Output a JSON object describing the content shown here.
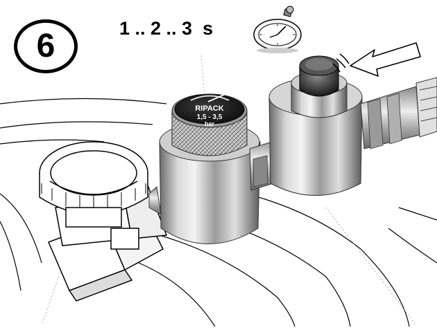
{
  "step": {
    "number": "6"
  },
  "timing": {
    "text": "1 .. 2 .. 3  s"
  },
  "gauge": {
    "brand": "RIPACK",
    "range": "1,5 - 3,5",
    "unit": "bar"
  },
  "icons": {
    "stopwatch": "stopwatch-icon",
    "push_arrow": "push-arrow-icon"
  },
  "colors": {
    "line": "#000000",
    "metal_dark": "#5a5a5a",
    "metal_light": "#e8e8e8",
    "background": "#ffffff"
  }
}
